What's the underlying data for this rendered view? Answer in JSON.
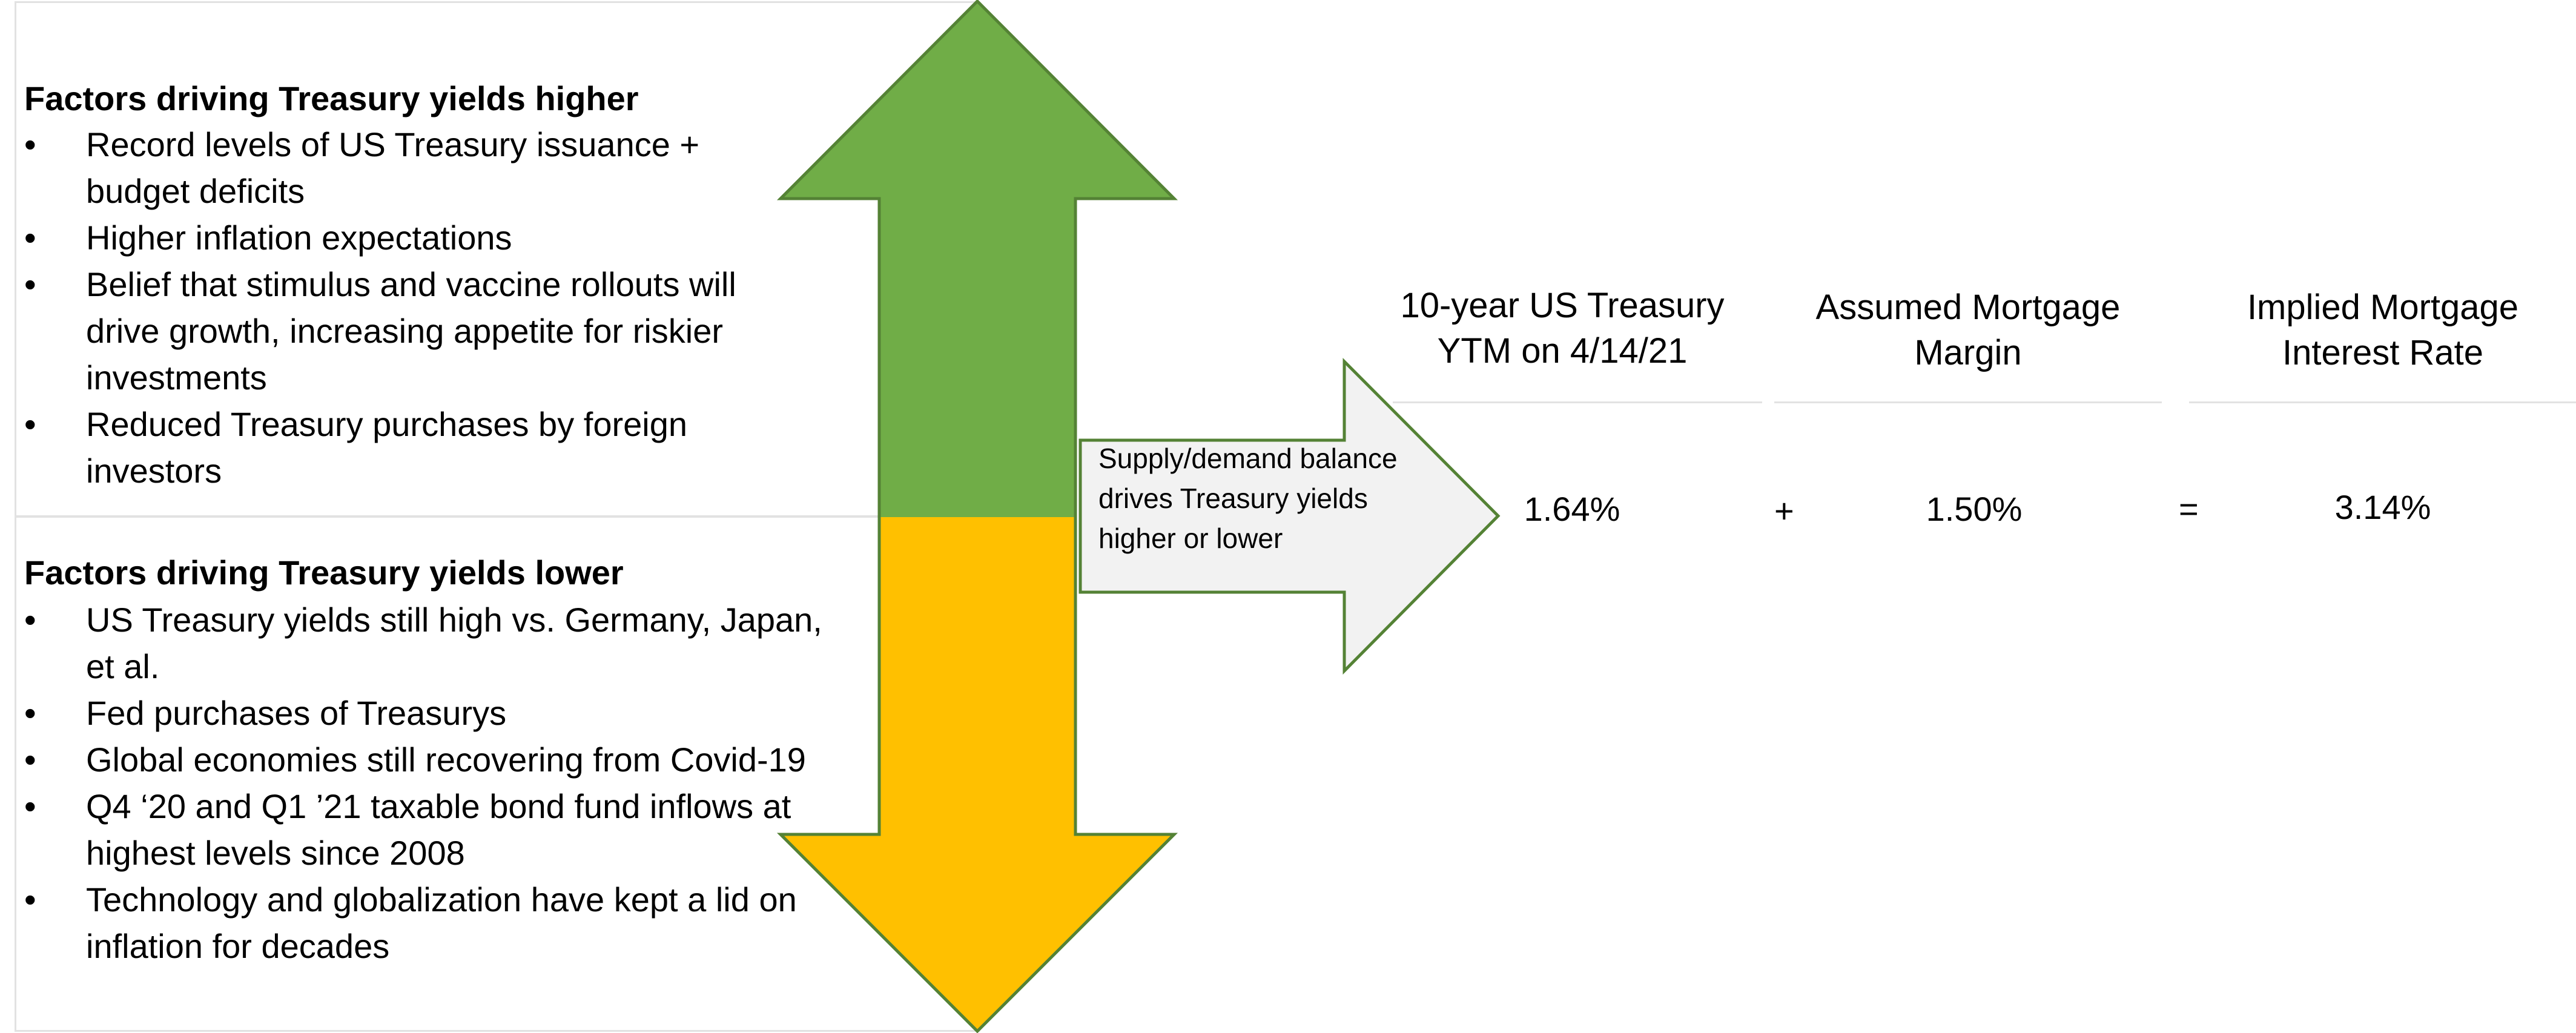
{
  "higher": {
    "heading": "Factors driving Treasury yields higher",
    "items": [
      "Record levels of US Treasury issuance + budget deficits",
      "Higher inflation expectations",
      "Belief that stimulus and vaccine rollouts will drive growth, increasing appetite for riskier investments",
      "Reduced Treasury purchases by foreign investors"
    ]
  },
  "lower": {
    "heading": "Factors driving Treasury yields lower",
    "items": [
      "US Treasury yields still high vs. Germany, Japan, et al.",
      "Fed purchases of Treasurys",
      "Global economies still recovering from Covid-19",
      "Q4 ‘20 and Q1 ’21 taxable bond fund inflows at highest levels since 2008",
      "Technology and globalization have kept a lid on inflation for decades"
    ]
  },
  "supply_arrow": {
    "text": "Supply/demand balance drives Treasury yields higher or lower"
  },
  "equation": {
    "columns": [
      {
        "header": "10-year US Treasury YTM on 4/14/21",
        "value": "1.64%"
      },
      {
        "header": "Assumed Mortgage Margin",
        "value": "1.50%"
      },
      {
        "header": "Implied Mortgage Interest Rate",
        "value": "3.14%"
      }
    ],
    "plus": "+",
    "equals": "="
  },
  "colors": {
    "up_arrow": "#70ad47",
    "down_arrow": "#ffc000",
    "arrow_outline": "#548235",
    "supply_arrow_fill": "#f2f2f2"
  }
}
